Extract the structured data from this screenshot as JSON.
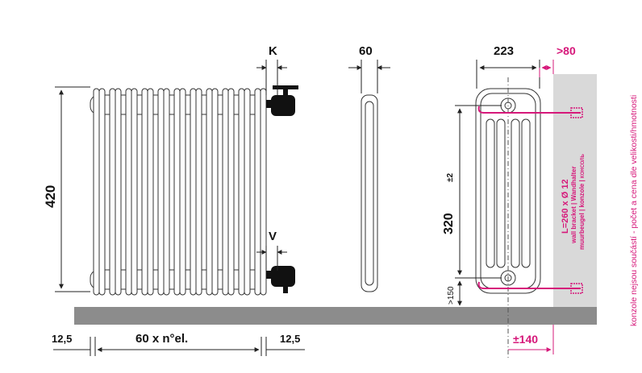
{
  "labels": {
    "K": "K",
    "V": "V",
    "height": "420",
    "depth": "60",
    "width_side": "223",
    "wall_gap": ">80",
    "axis_distance": "320",
    "axis_tolerance": "±2",
    "floor_gap": ">150",
    "bracket_offset": "±140",
    "edge_left": "12,5",
    "edge_right": "12,5",
    "length_formula": "60 x n°el.",
    "bracket_size": "L=260 x Ø 12",
    "bracket_names_1": "wall bracket | Wandhalter",
    "bracket_names_2": "muurbeugel | konzole",
    "bracket_names_ru": "КОНСОЛЬ",
    "side_note": "konzole nejsou součástí - počet a cena dle velikosti/hmotnosti"
  },
  "colors": {
    "accent": "#d6187a",
    "floor": "#8c8c8c",
    "wall": "#d9d9d9",
    "lines": "#222222"
  }
}
